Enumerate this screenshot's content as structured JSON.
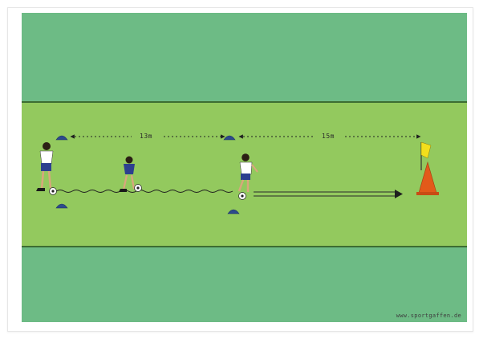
{
  "diagram": {
    "distance_labels": [
      "13m",
      "15m"
    ],
    "watermark": "www.sportgaffen.de",
    "colors": {
      "outer_pitch": "#6dbb85",
      "drill_area": "#93c95e",
      "cone_marker": "#2d4a8c",
      "goal_cone": "#e25a1a",
      "flag": "#f2df1c",
      "jersey": "#ffffff",
      "shorts": "#2c3f8f"
    },
    "icons": [
      "player-icon",
      "ball-icon",
      "cone-marker-icon",
      "flag-pole-icon",
      "goal-cone-icon",
      "arrow-icon"
    ]
  }
}
